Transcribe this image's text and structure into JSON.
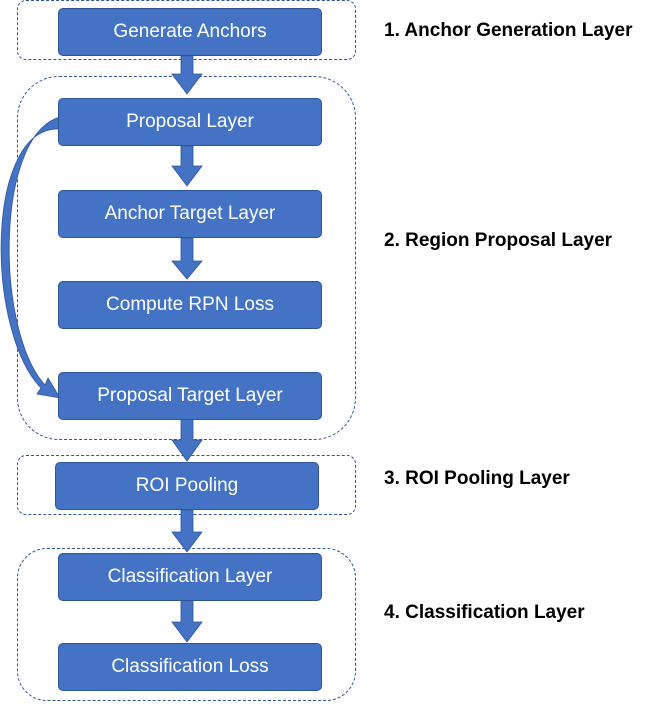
{
  "colors": {
    "node_fill": "#4472c4",
    "node_border": "#2f5597",
    "group_border": "#2f5597",
    "arrow": "#4472c4"
  },
  "nodes": {
    "generate_anchors": "Generate Anchors",
    "proposal_layer": "Proposal Layer",
    "anchor_target_layer": "Anchor Target Layer",
    "compute_rpn_loss": "Compute RPN Loss",
    "proposal_target_layer": "Proposal Target Layer",
    "roi_pooling": "ROI Pooling",
    "classification_layer": "Classification Layer",
    "classification_loss": "Classification Loss"
  },
  "groups": {
    "anchor_generation": "1. Anchor Generation Layer",
    "region_proposal": "2. Region Proposal Layer",
    "roi_pooling": "3. ROI Pooling Layer",
    "classification": "4. Classification Layer"
  }
}
